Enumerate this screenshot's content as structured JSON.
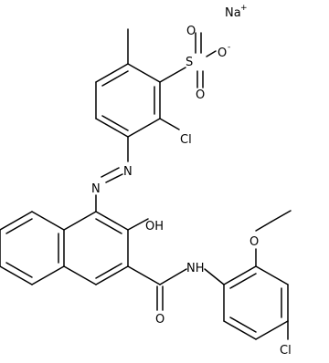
{
  "molecule": {
    "counter_ion": {
      "symbol": "Na",
      "charge": "+"
    },
    "atoms": {
      "sulfur": "S",
      "sulfonate_o1": "O",
      "sulfonate_o2": "O",
      "sulfonate_o_minus": "O",
      "o_minus_charge": "-",
      "chloro_1": "Cl",
      "azo_n1": "N",
      "azo_n2": "N",
      "hydroxy": "OH",
      "amide_nh": "NH",
      "amide_o": "O",
      "methoxy_o": "O",
      "chloro_2": "Cl"
    }
  }
}
